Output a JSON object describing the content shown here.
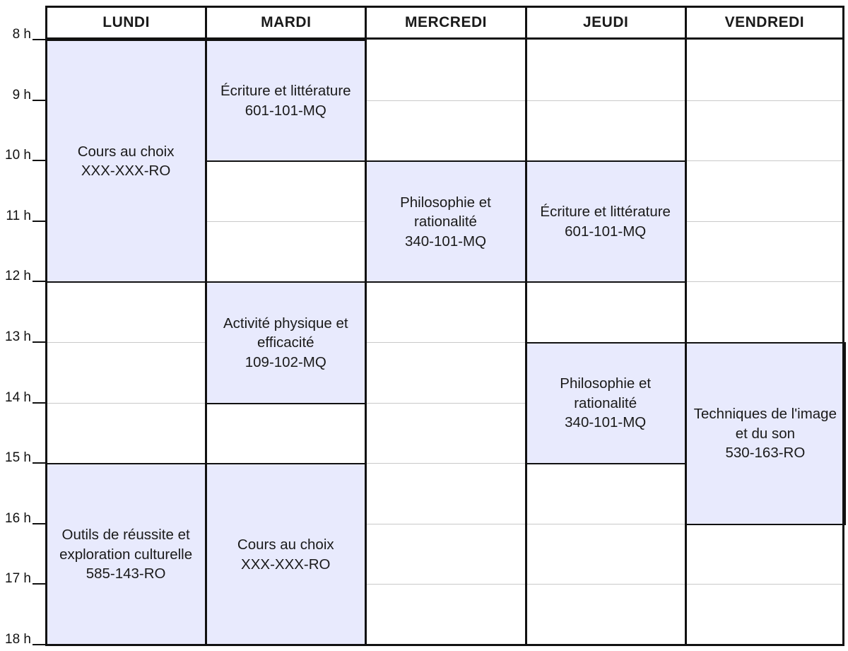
{
  "days": [
    "LUNDI",
    "MARDI",
    "MERCREDI",
    "JEUDI",
    "VENDREDI"
  ],
  "hours": [
    "8 h",
    "9 h",
    "10 h",
    "11 h",
    "12 h",
    "13 h",
    "14 h",
    "15 h",
    "16 h",
    "17 h",
    "18 h"
  ],
  "events": [
    {
      "day": 0,
      "start": 8,
      "end": 12,
      "title": "Cours au choix",
      "code": "XXX-XXX-RO"
    },
    {
      "day": 0,
      "start": 15,
      "end": 18,
      "title": "Outils de réussite et exploration culturelle",
      "code": "585-143-RO"
    },
    {
      "day": 1,
      "start": 8,
      "end": 10,
      "title": "Écriture et littérature",
      "code": "601-101-MQ"
    },
    {
      "day": 1,
      "start": 12,
      "end": 14,
      "title": "Activité physique et efficacité",
      "code": "109-102-MQ"
    },
    {
      "day": 1,
      "start": 15,
      "end": 18,
      "title": "Cours au choix",
      "code": "XXX-XXX-RO"
    },
    {
      "day": 2,
      "start": 10,
      "end": 12,
      "title": "Philosophie et rationalité",
      "code": "340-101-MQ"
    },
    {
      "day": 3,
      "start": 10,
      "end": 12,
      "title": "Écriture et littérature",
      "code": "601-101-MQ"
    },
    {
      "day": 3,
      "start": 13,
      "end": 15,
      "title": "Philosophie et rationalité",
      "code": "340-101-MQ"
    },
    {
      "day": 4,
      "start": 13,
      "end": 16,
      "title": "Techniques de l'image et du son",
      "code": "530-163-RO"
    }
  ]
}
